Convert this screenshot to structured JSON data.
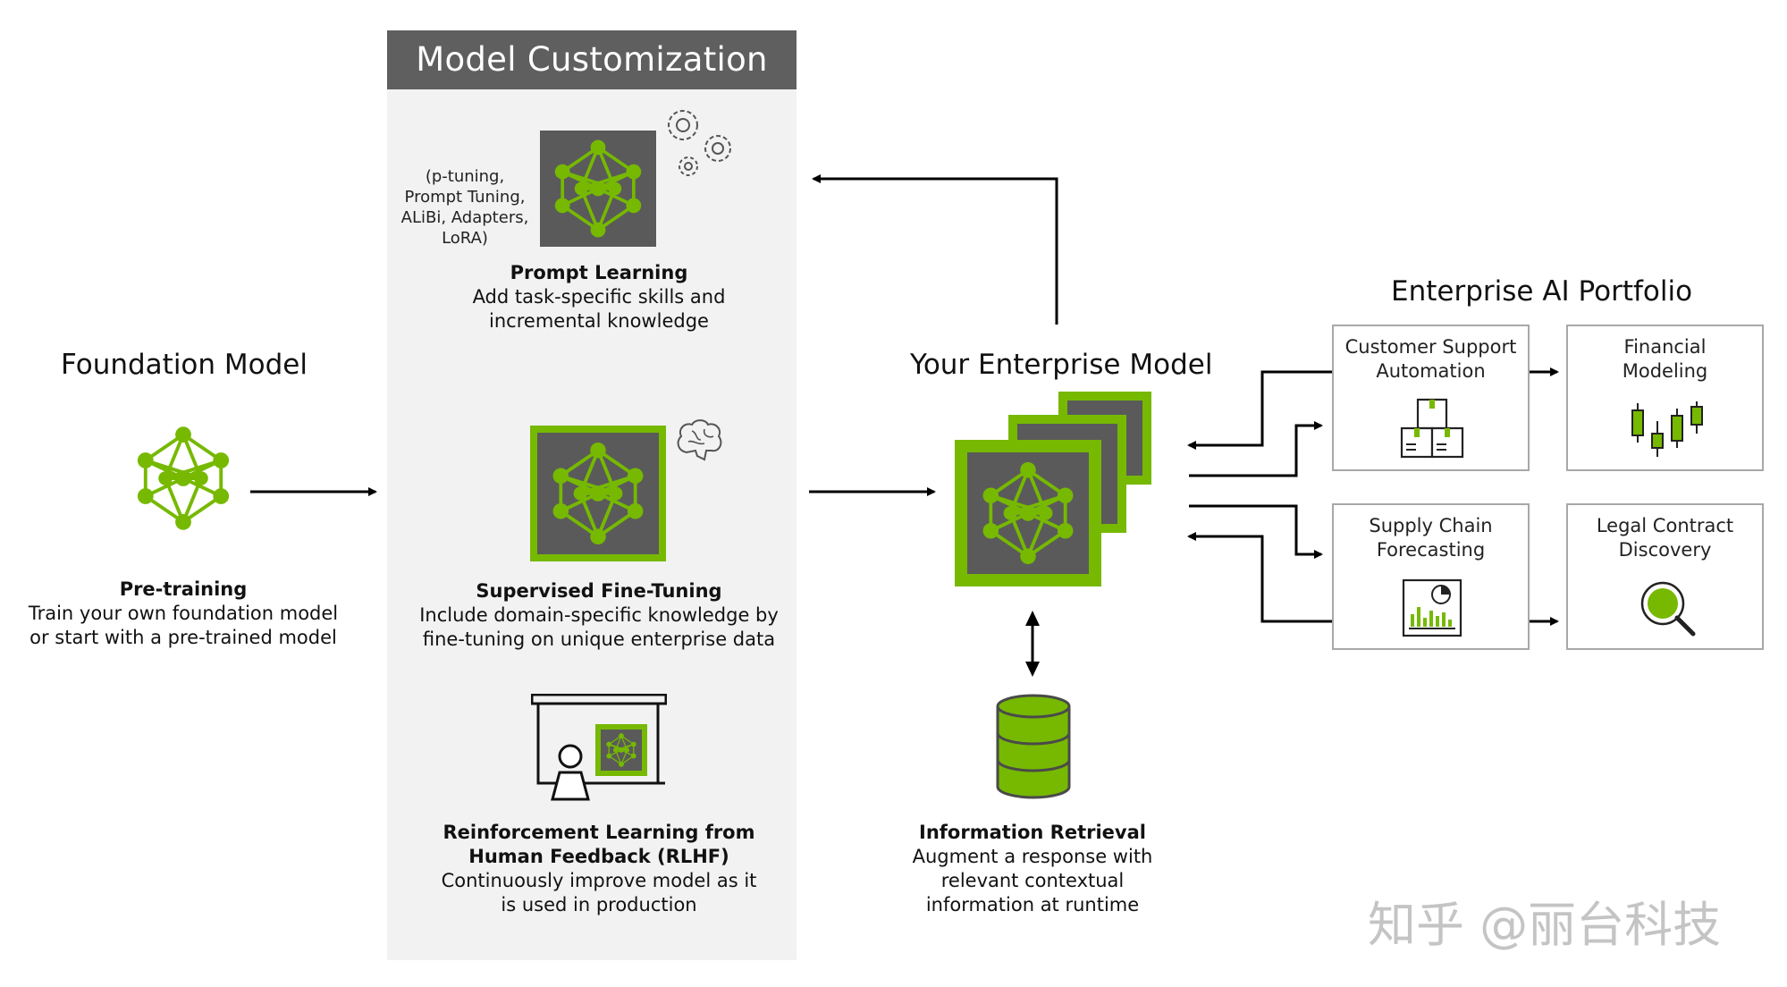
{
  "panel": {
    "title": "Model Customization"
  },
  "foundation": {
    "title": "Foundation Model",
    "step_title": "Pre-training",
    "step_desc_1": "Train your own foundation model",
    "step_desc_2": "or start with a pre-trained model"
  },
  "prompt_learning": {
    "methods": [
      "(p-tuning,",
      "Prompt Tuning,",
      "ALiBi, Adapters,",
      "LoRA)"
    ],
    "title": "Prompt Learning",
    "desc_1": "Add task-specific skills and",
    "desc_2": "incremental knowledge"
  },
  "sft": {
    "title": "Supervised Fine-Tuning",
    "desc_1": "Include domain-specific knowledge by",
    "desc_2": "fine-tuning on unique enterprise data"
  },
  "rlhf": {
    "title_1": "Reinforcement Learning from",
    "title_2": "Human Feedback (RLHF)",
    "desc_1": "Continuously improve model as it",
    "desc_2": "is used in production"
  },
  "enterprise_model": {
    "title": "Your Enterprise Model"
  },
  "retrieval": {
    "title": "Information Retrieval",
    "desc_1": "Augment a response with",
    "desc_2": "relevant contextual",
    "desc_3": "information at runtime"
  },
  "portfolio": {
    "title": "Enterprise AI Portfolio",
    "boxes": [
      {
        "line_1": "Customer Support",
        "line_2": "Automation"
      },
      {
        "line_1": "Financial",
        "line_2": "Modeling"
      },
      {
        "line_1": "Supply Chain",
        "line_2": "Forecasting"
      },
      {
        "line_1": "Legal Contract",
        "line_2": "Discovery"
      }
    ]
  },
  "watermark": "知乎 @丽台科技",
  "colors": {
    "nvidia_green": "#76b900",
    "dark_gray": "#5a5a5a",
    "header_gray": "#5f5f5f",
    "panel_gray": "#f2f2f2"
  },
  "icons": [
    "neural-network-icon",
    "gears-icon",
    "brain-icon",
    "presentation-icon",
    "database-icon",
    "boxes-icon",
    "candlestick-icon",
    "chart-report-icon",
    "magnifier-icon"
  ]
}
